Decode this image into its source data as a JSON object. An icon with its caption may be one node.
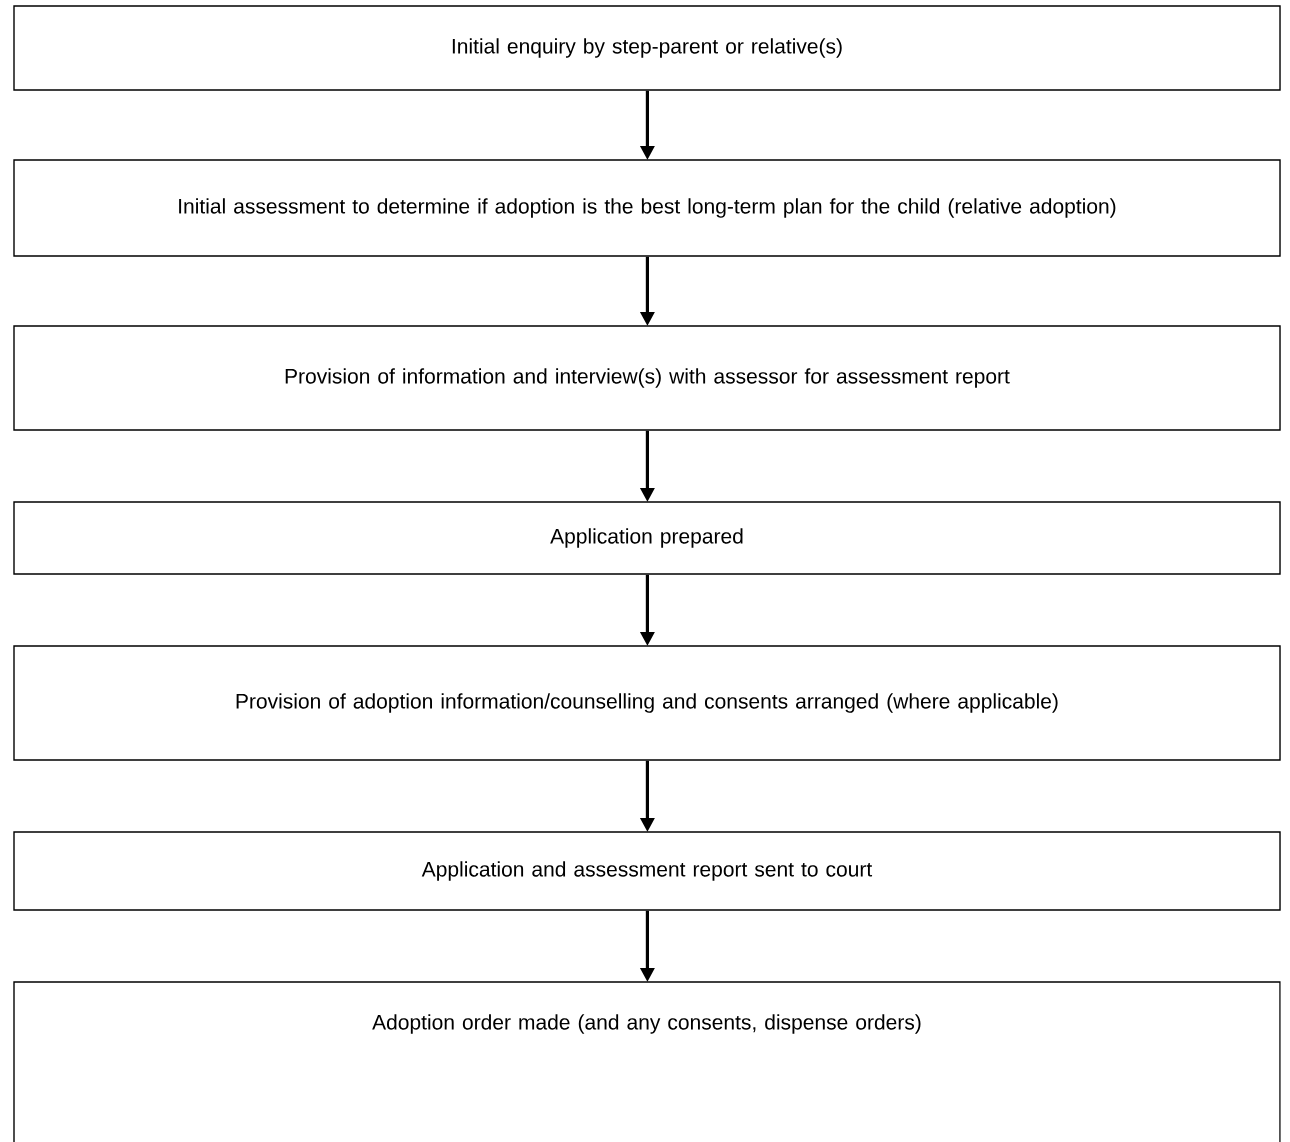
{
  "diagram": {
    "nodes": [
      {
        "text": [
          "Initial enquiry by step-parent or relative(s)"
        ]
      },
      {
        "text": [
          "Initial assessment to determine if adoption is the best long-term plan for the child (relative adoption)"
        ]
      },
      {
        "text": [
          "Provision of information and interview(s) with assessor for assessment report"
        ]
      },
      {
        "text": [
          "Application prepared"
        ]
      },
      {
        "text": [
          "Provision of adoption information/counselling and consents arranged (where applicable)"
        ]
      },
      {
        "text": [
          "Application and assessment report sent to court"
        ]
      },
      {
        "text": [
          "Adoption order made (and any consents, dispense orders)"
        ]
      }
    ],
    "edges": [
      {
        "from": 0,
        "to": 1,
        "arrow": "to"
      },
      {
        "from": 1,
        "to": 2,
        "arrow": "to"
      },
      {
        "from": 2,
        "to": 3,
        "arrow": "to"
      },
      {
        "from": 3,
        "to": 4,
        "arrow": "to"
      },
      {
        "from": 4,
        "to": 5,
        "arrow": "to"
      },
      {
        "from": 5,
        "to": 6,
        "arrow": "to"
      }
    ]
  }
}
